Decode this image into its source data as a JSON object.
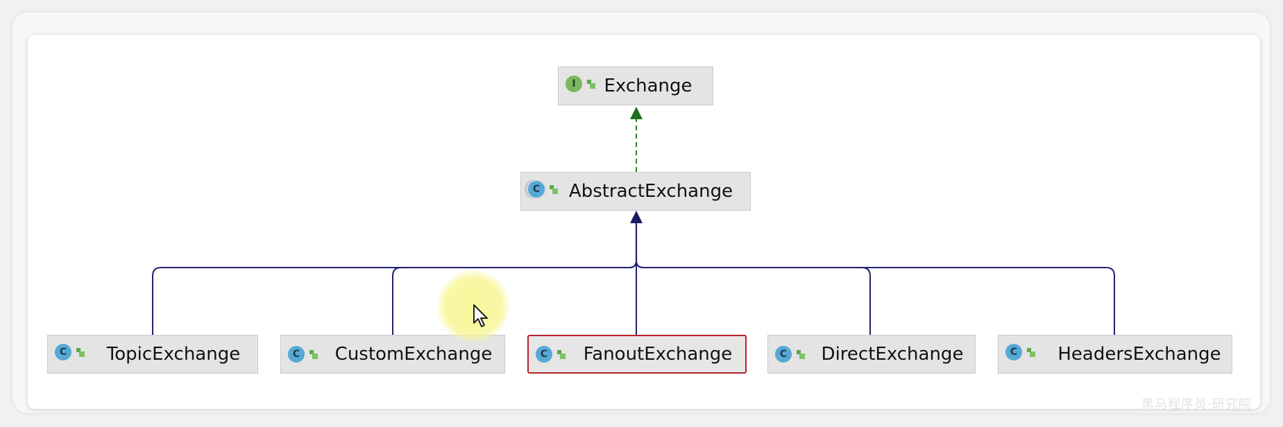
{
  "diagram": {
    "root": {
      "name": "Exchange",
      "kind": "interface",
      "kind_glyph": "I"
    },
    "middle": {
      "name": "AbstractExchange",
      "kind": "abstract-class",
      "kind_glyph": "C"
    },
    "children": [
      {
        "name": "TopicExchange",
        "kind_glyph": "C"
      },
      {
        "name": "CustomExchange",
        "kind_glyph": "C"
      },
      {
        "name": "FanoutExchange",
        "kind_glyph": "C",
        "selected": true
      },
      {
        "name": "DirectExchange",
        "kind_glyph": "C"
      },
      {
        "name": "HeadersExchange",
        "kind_glyph": "C"
      }
    ],
    "relations": {
      "implements": {
        "from": "AbstractExchange",
        "to": "Exchange",
        "style": "dashed",
        "color": "#2f7d2a"
      },
      "extends": {
        "from": [
          "TopicExchange",
          "CustomExchange",
          "FanoutExchange",
          "DirectExchange",
          "HeadersExchange"
        ],
        "to": "AbstractExchange",
        "style": "solid",
        "color": "#20206e"
      }
    },
    "selection_color": "#b4202a"
  },
  "watermark": "黑马程序员·研究院"
}
